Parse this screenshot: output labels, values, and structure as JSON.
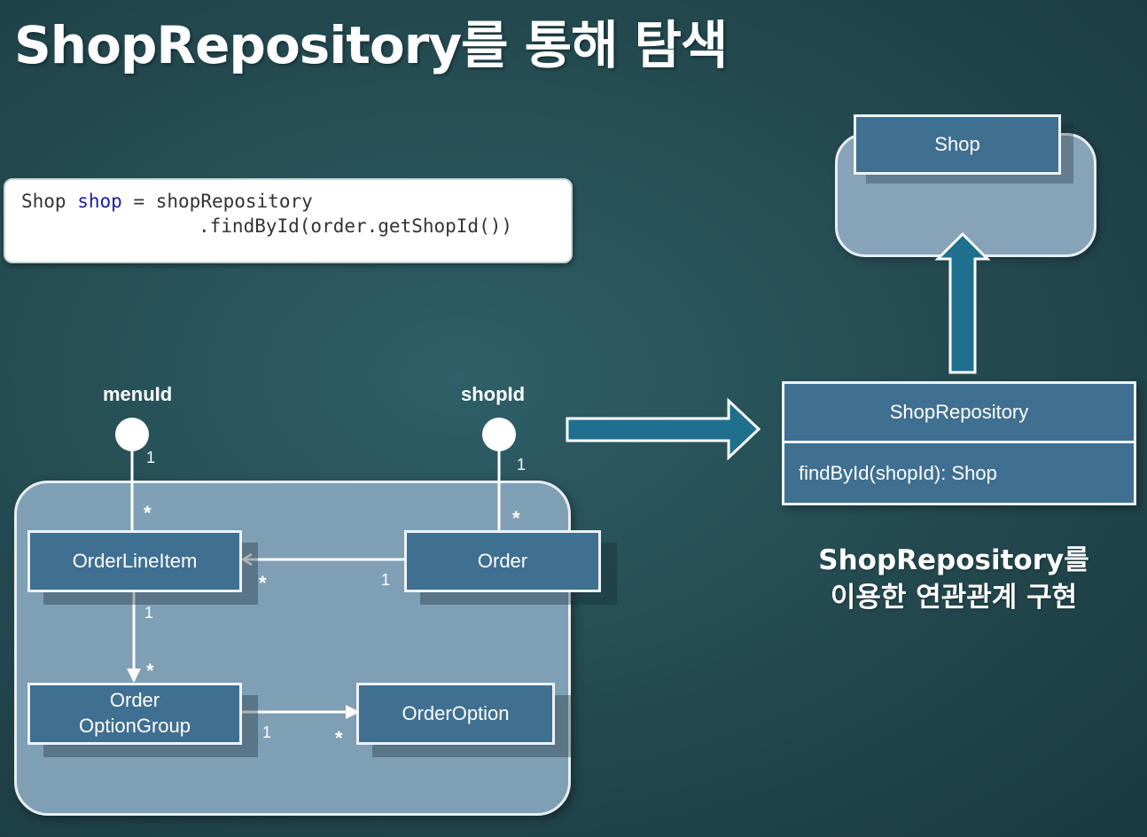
{
  "title": "ShopRepository를 통해 탐색",
  "code": {
    "line1_type": "Shop",
    "line1_var": "shop",
    "line1_rest": "= shopRepository",
    "line2": ".findById(order.getShopId())"
  },
  "ports": {
    "menuid": "menuId",
    "shopid": "shopId"
  },
  "boxes": {
    "orderlineitem": "OrderLineItem",
    "order": "Order",
    "orderoptiongroup_line1": "Order",
    "orderoptiongroup_line2": "OptionGroup",
    "orderoption": "OrderOption",
    "shop": "Shop"
  },
  "repository": {
    "name": "ShopRepository",
    "method": "findById(shopId):  Shop"
  },
  "multiplicities": {
    "menuid_one": "1",
    "menuid_many": "*",
    "shopid_one": "1",
    "shopid_many": "*",
    "order_to_item_many": "*",
    "order_to_item_one": "1",
    "item_to_group_one": "1",
    "item_to_group_many": "*",
    "group_to_option_one": "1",
    "group_to_option_many": "*"
  },
  "caption": {
    "line1": "ShopRepository를",
    "line2": "이용한 연관관계 구현"
  }
}
